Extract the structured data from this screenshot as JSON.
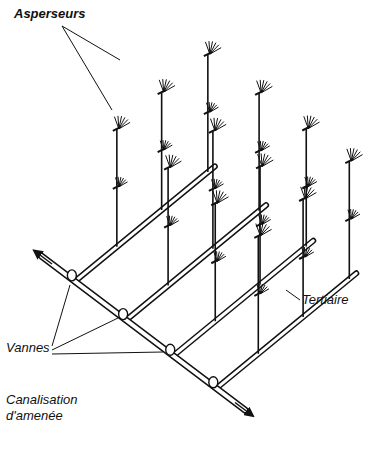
{
  "diagram": {
    "labels": [
      "Asperseurs",
      "Vannes",
      "Tertiaire",
      "Canalisation d'amenée"
    ]
  }
}
